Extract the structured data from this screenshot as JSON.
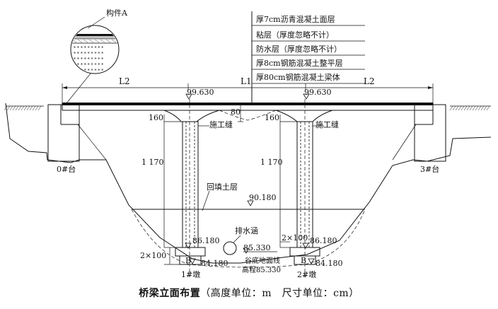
{
  "component_label": "构件A",
  "layers": [
    "厚7cm沥青混凝土面层",
    "粘层（厚度忽略不计）",
    "防水层（厚度忽略不计）",
    "厚8cm钢筋混凝土整平层",
    "厚80cm钢筋混凝土梁体"
  ],
  "spans": {
    "left": "L2",
    "middle": "L1",
    "right": "L2"
  },
  "elevations": {
    "deck_left": "99.630",
    "deck_right": "99.630",
    "backfill": "90.180",
    "pier_base_left": "86.180",
    "pier_base_right": "86.180",
    "culvert": "85.330",
    "footing_left": "84.180",
    "footing_right": "84.180"
  },
  "dimensions": {
    "haunch_left": "160",
    "haunch_right": "160",
    "girder_depth": "80",
    "pier_height_left": "1 170",
    "pier_height_right": "1 170",
    "footing_left": "2×100",
    "footing_right": "2×100",
    "footing_label_left": "B",
    "footing_label_right": "B"
  },
  "labels": {
    "joint_left": "施工缝",
    "joint_right": "施工缝",
    "backfill": "回填土层",
    "culvert": "排水涵",
    "valley_line": "谷底地面线",
    "valley_elev": "高程85.330",
    "abutment_left": "0#台",
    "abutment_right": "3#台",
    "pier_left": "1#墩",
    "pier_right": "2#墩"
  },
  "caption": {
    "title": "桥梁立面布置",
    "units": "（高度单位：m　尺寸单位：cm）"
  }
}
